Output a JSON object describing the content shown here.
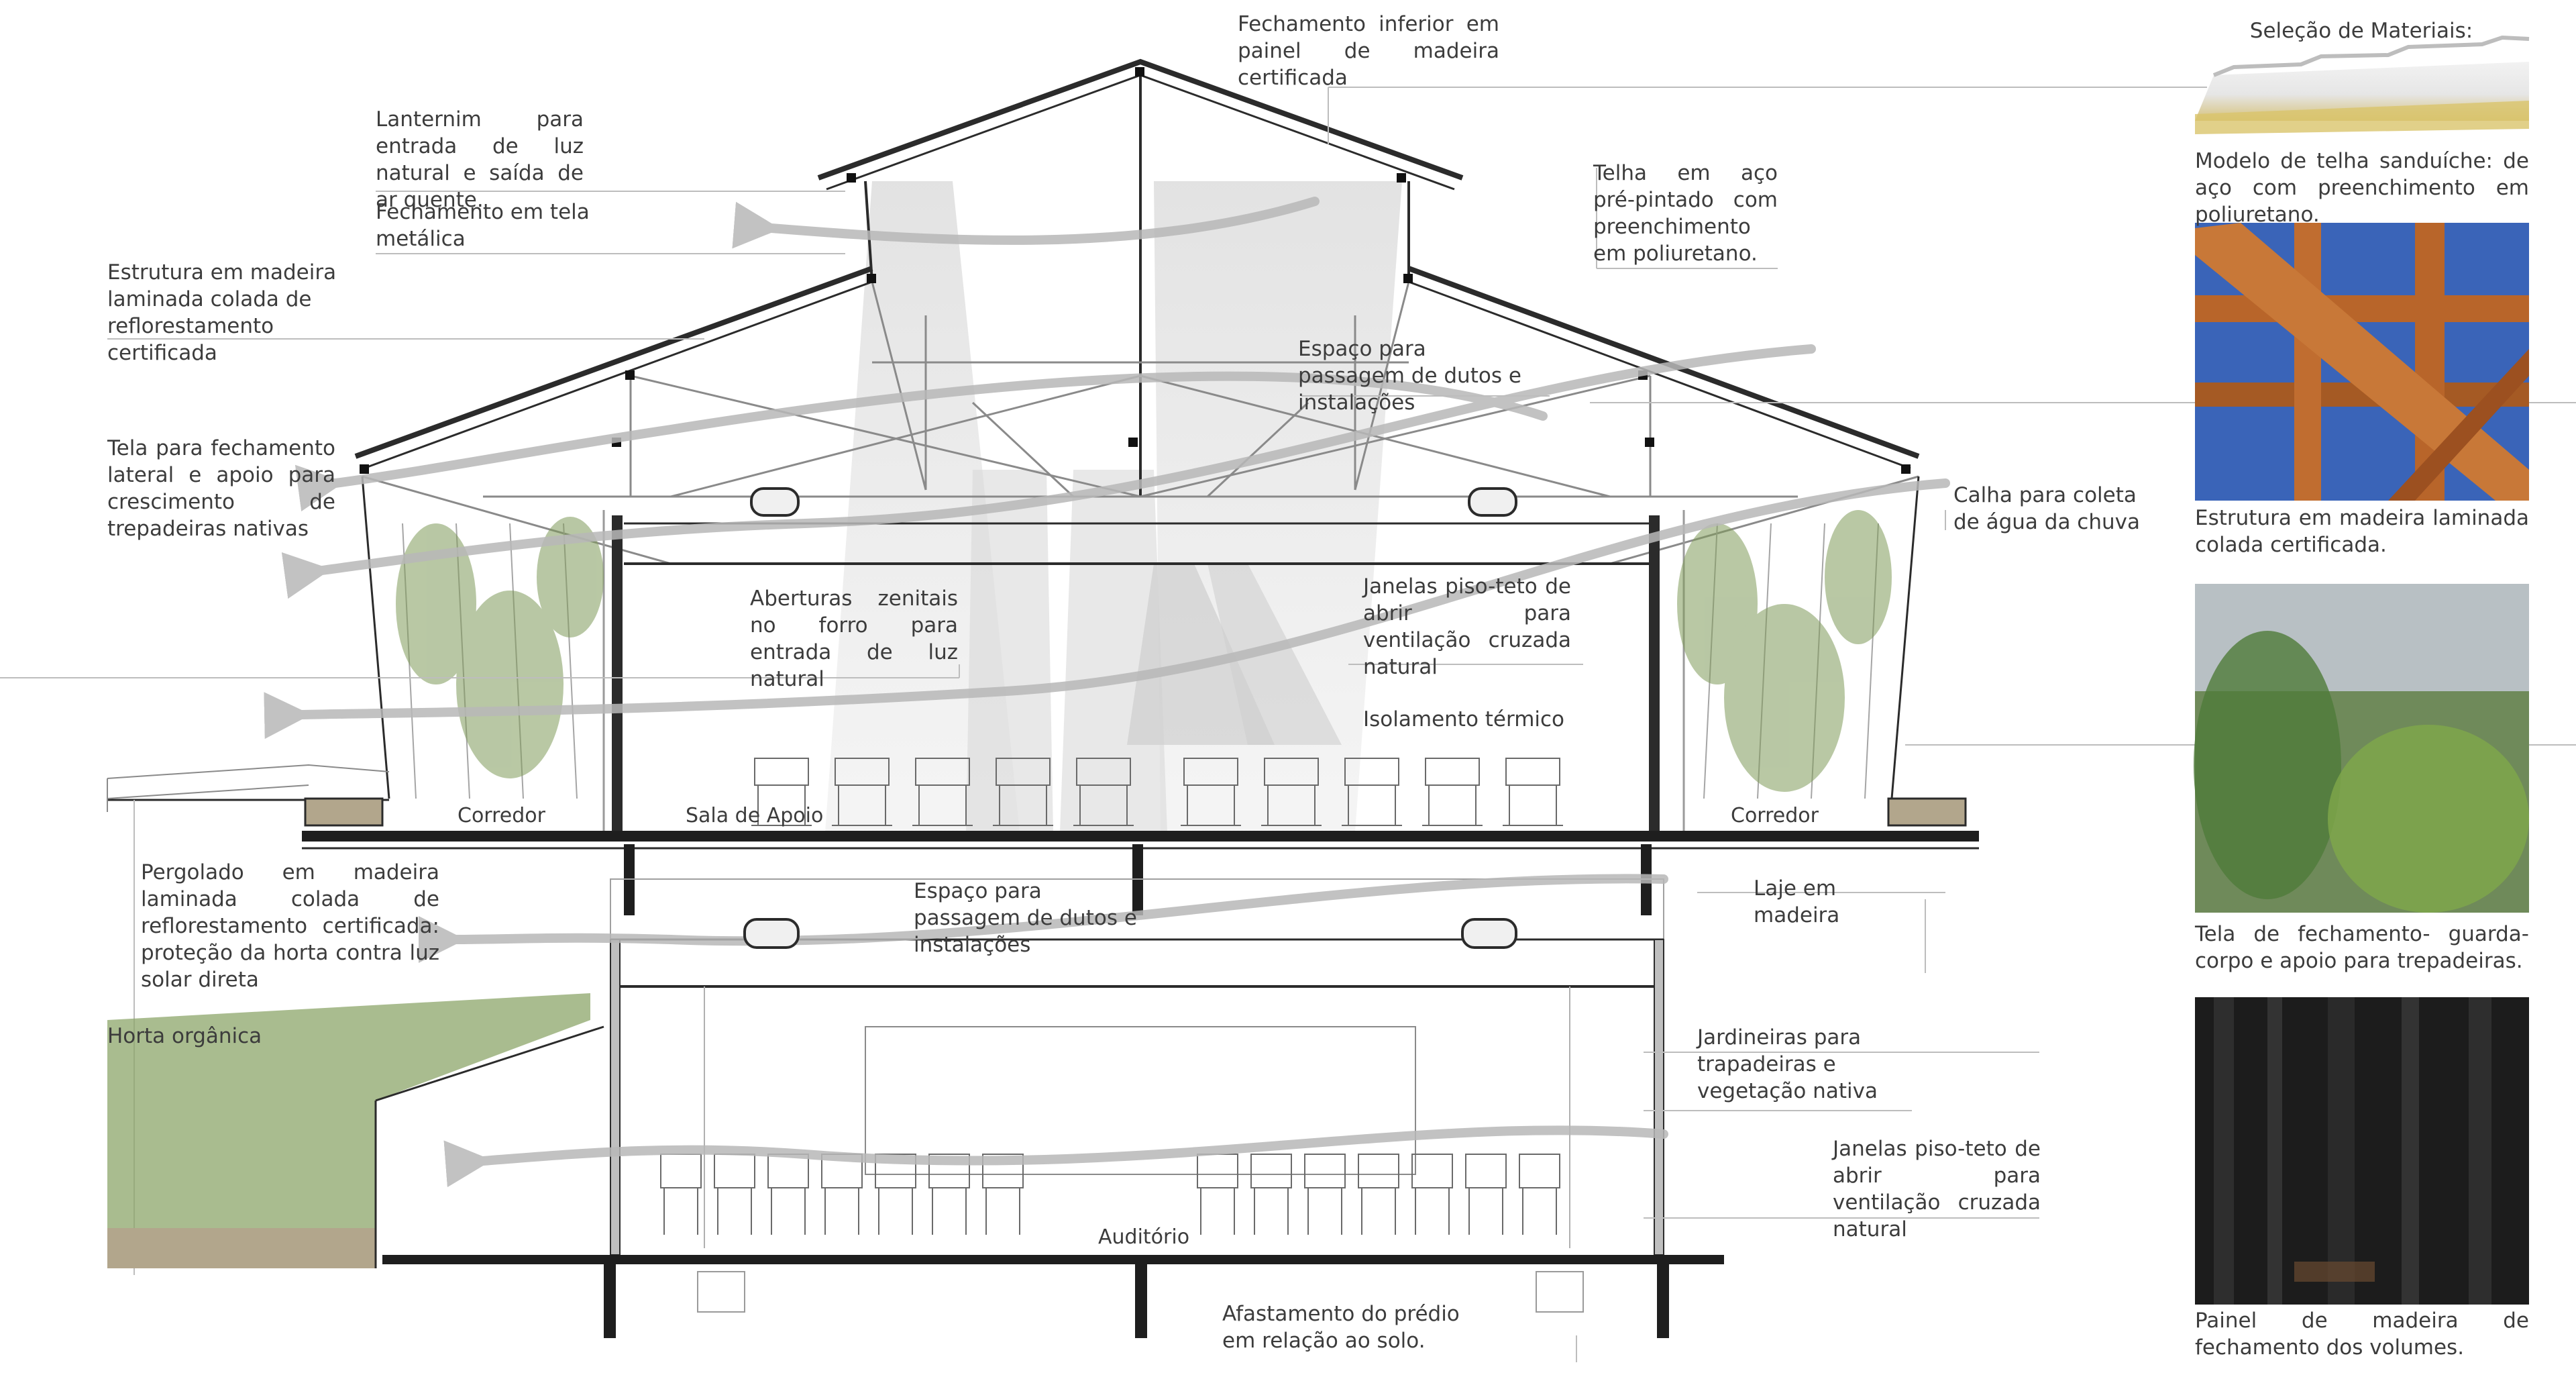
{
  "annotations": {
    "fechamento_inferior": "Fechamento inferior em painel de madeira certificada",
    "lanternim": "Lanternim para entrada de luz natural e saída de ar quente.",
    "fechamento_tela": "Fechamento em tela metálica",
    "estrutura_madeira": "Estrutura em madeira laminada colada de reflorestamento certificada",
    "telha_aco": "Telha em aço pré-pintado com preenchimento em poliuretano.",
    "espaco_dutos_superior": "Espaço para passagem de dutos e instalações",
    "tela_lateral": "Tela para fechamento lateral e apoio para crescimento de trepadeiras nativas",
    "calha": "Calha para coleta de água da chuva",
    "aberturas_zenitais": "Aberturas zenitais no forro para entrada de luz natural",
    "janelas_superior": "Janelas piso-teto de abrir para ventilação cruzada natural",
    "isolamento": "Isolamento térmico",
    "pergolado": "Pergolado em madeira laminada colada de reflorestamento certificada: proteção da horta contra luz solar direta",
    "espaco_dutos_inferior": "Espaço para passagem de dutos e instalações",
    "laje": "Laje em madeira",
    "horta": "Horta orgânica",
    "jardineiras": "Jardineiras para trapadeiras e vegetação nativa",
    "janelas_inferior": "Janelas piso-teto de abrir para ventilação cruzada natural",
    "afastamento": "Afastamento do prédio em relação ao solo."
  },
  "rooms": {
    "corredor_left": "Corredor",
    "sala_apoio": "Sala de Apoio",
    "corredor_right": "Corredor",
    "auditorio": "Auditório"
  },
  "materials": {
    "title": "Seleção de Materiais:",
    "items": [
      {
        "caption": "Modelo de telha sanduíche: de aço com preenchimento em poliuretano."
      },
      {
        "caption": "Estrutura em madeira laminada colada certificada."
      },
      {
        "caption": "Tela de fechamento- guarda-corpo e apoio para trepadeiras."
      },
      {
        "caption": "Painel de madeira de fechamento dos volumes."
      }
    ]
  },
  "colors": {
    "line": "#2b2b2b",
    "light_line": "#9a9a9a",
    "airflow": "#b8b8b8",
    "light_cone": "#d9d9d9",
    "vegetation": "#7f9a5a",
    "soil": "#b2a68c",
    "wood": "#b8652a",
    "sky": "#3a64b8",
    "dark_panel": "#1c1c1c"
  }
}
